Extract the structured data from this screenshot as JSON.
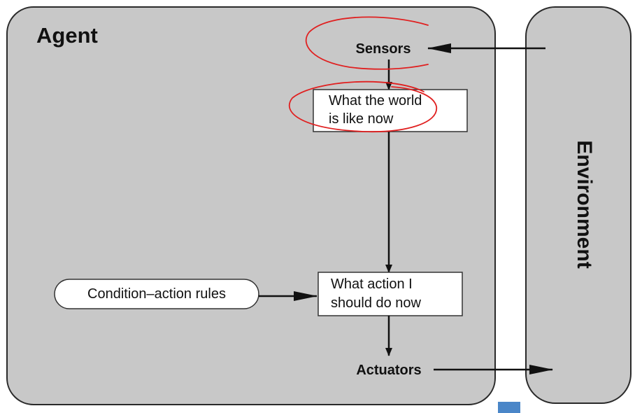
{
  "diagram": {
    "title": "Simple reflex agent",
    "agent_label": "Agent",
    "environment_label": "Environment",
    "sensors_label": "Sensors",
    "actuators_label": "Actuators",
    "world_state_box": {
      "line1": "What the world",
      "line2": "is like now"
    },
    "action_box": {
      "line1": "What action I",
      "line2": "should do now"
    },
    "rules_label": "Condition–action rules"
  },
  "colors": {
    "panel_fill": "#c8c8c8",
    "panel_stroke": "#2a2a2a",
    "box_fill": "#ffffff",
    "arrow": "#111111",
    "annotation": "#e02020",
    "marker": "#4a86c8"
  }
}
